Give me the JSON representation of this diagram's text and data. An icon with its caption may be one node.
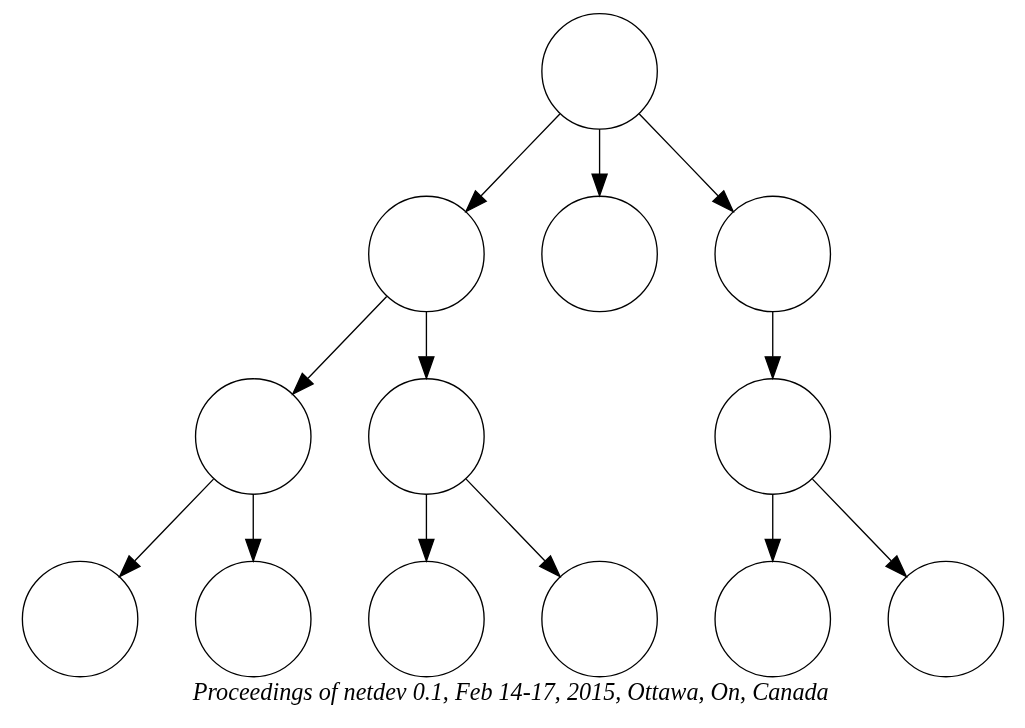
{
  "diagram": {
    "caption": "Proceedings of netdev 0.1, Feb 14-17, 2015, Ottawa, On, Canada",
    "nodes": [
      {
        "text": [],
        "shape": "circle"
      },
      {
        "text": [],
        "shape": "circle"
      },
      {
        "text": [],
        "shape": "circle"
      },
      {
        "text": [],
        "shape": "circle"
      },
      {
        "text": [],
        "shape": "circle"
      },
      {
        "text": [],
        "shape": "circle"
      },
      {
        "text": [],
        "shape": "circle"
      },
      {
        "text": [],
        "shape": "circle"
      },
      {
        "text": [],
        "shape": "circle"
      },
      {
        "text": [],
        "shape": "circle"
      },
      {
        "text": [],
        "shape": "circle"
      },
      {
        "text": [],
        "shape": "circle"
      },
      {
        "text": [],
        "shape": "circle"
      }
    ],
    "edges": [
      {
        "from": 0,
        "to": 1,
        "arrow": "to"
      },
      {
        "from": 0,
        "to": 2,
        "arrow": "to"
      },
      {
        "from": 0,
        "to": 3,
        "arrow": "to"
      },
      {
        "from": 1,
        "to": 4,
        "arrow": "to"
      },
      {
        "from": 1,
        "to": 5,
        "arrow": "to"
      },
      {
        "from": 3,
        "to": 6,
        "arrow": "to"
      },
      {
        "from": 4,
        "to": 7,
        "arrow": "to"
      },
      {
        "from": 4,
        "to": 8,
        "arrow": "to"
      },
      {
        "from": 5,
        "to": 9,
        "arrow": "to"
      },
      {
        "from": 5,
        "to": 10,
        "arrow": "to"
      },
      {
        "from": 6,
        "to": 11,
        "arrow": "to"
      },
      {
        "from": 6,
        "to": 12,
        "arrow": "to"
      }
    ]
  }
}
